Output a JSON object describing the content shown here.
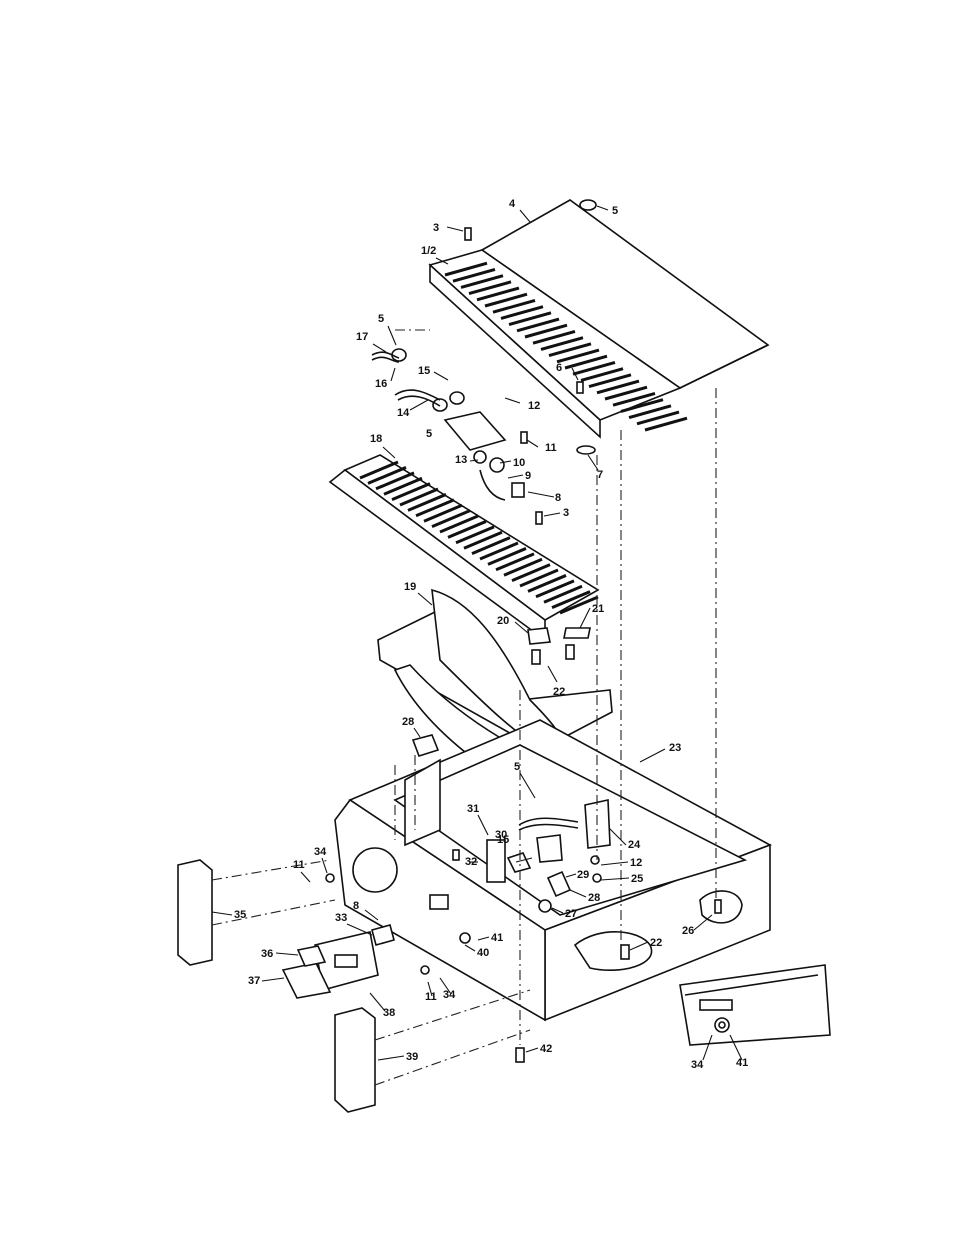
{
  "diagram": {
    "labels": [
      "3",
      "4",
      "5",
      "1/2",
      "5",
      "17",
      "16",
      "15",
      "14",
      "5",
      "6",
      "12",
      "11",
      "7",
      "18",
      "13",
      "10",
      "9",
      "8",
      "3",
      "19",
      "20",
      "21",
      "22",
      "28",
      "23",
      "5",
      "31",
      "30",
      "15",
      "24",
      "12",
      "25",
      "32",
      "29",
      "28",
      "27",
      "34",
      "11",
      "35",
      "8",
      "33",
      "41",
      "40",
      "36",
      "37",
      "38",
      "11",
      "34",
      "22",
      "26",
      "39",
      "42",
      "34",
      "41"
    ]
  }
}
